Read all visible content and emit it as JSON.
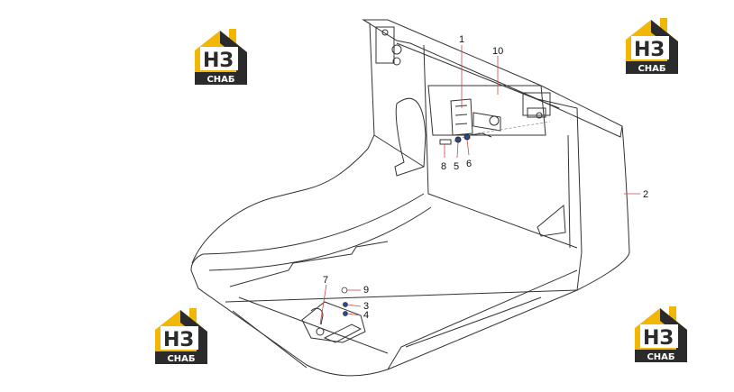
{
  "logos": [
    {
      "letters": "НЗ",
      "caption": "СНАБ"
    },
    {
      "letters": "НЗ",
      "caption": "СНАБ"
    },
    {
      "letters": "НЗ",
      "caption": "СНАБ"
    },
    {
      "letters": "НЗ",
      "caption": "СНАБ"
    }
  ],
  "callouts": [
    "1",
    "10",
    "2",
    "8",
    "5",
    "6",
    "7",
    "9",
    "3",
    "4"
  ],
  "colors": {
    "logo_gold": "#f2b705",
    "logo_dark": "#2b2b2b",
    "leader_red": "#d04545",
    "line": "#333333"
  }
}
